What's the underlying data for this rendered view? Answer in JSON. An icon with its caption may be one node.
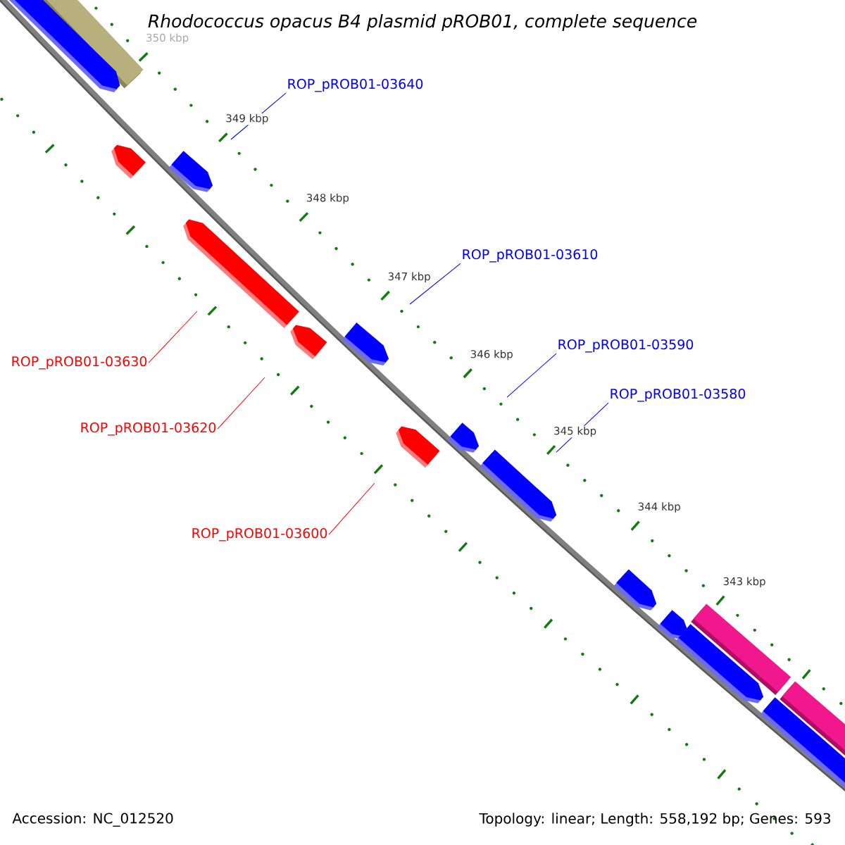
{
  "diagram": {
    "title": "Rhodococcus opacus B4 plasmid pROB01, complete sequence",
    "nodes": [
      {
        "text": [
          "ROP_pROB01-03640"
        ]
      },
      {
        "text": [
          "ROP_pROB01-03610"
        ]
      },
      {
        "text": [
          "ROP_pROB01-03630"
        ]
      },
      {
        "text": [
          "ROP_pROB01-03590"
        ]
      },
      {
        "text": [
          "ROP_pROB01-03580"
        ]
      },
      {
        "text": [
          "ROP_pROB01-03620"
        ]
      },
      {
        "text": [
          "ROP_pROB01-03600"
        ]
      }
    ],
    "edges": [
      {
        "from": 0,
        "to": null,
        "arrow": "none"
      },
      {
        "from": 1,
        "to": null,
        "arrow": "none"
      },
      {
        "from": 2,
        "to": null,
        "arrow": "none",
        "color": "#ff0000"
      },
      {
        "from": 3,
        "to": null,
        "arrow": "none"
      },
      {
        "from": 4,
        "to": null,
        "arrow": "none"
      },
      {
        "from": 5,
        "to": null,
        "arrow": "none",
        "color": "#ff0000"
      },
      {
        "from": 6,
        "to": null,
        "arrow": "none",
        "color": "#ff0000"
      }
    ],
    "labels": [
      "350 kbp",
      "349 kbp",
      "348 kbp",
      "347 kbp",
      "346 kbp",
      "345 kbp",
      "344 kbp",
      "343 kbp",
      "Accession: NC_012520",
      "Topology: linear; Length: 558,192 bp; Genes: 593"
    ]
  }
}
